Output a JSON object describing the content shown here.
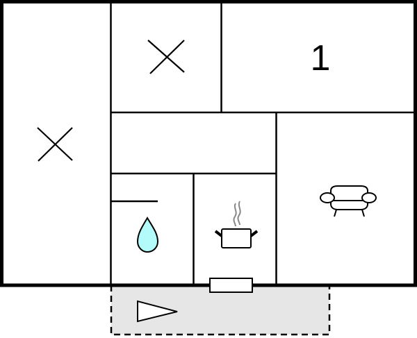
{
  "diagram": {
    "type": "floor-plan",
    "colors": {
      "wall": "#000000",
      "background": "#ffffff",
      "terrace_fill": "#e6e6e6",
      "water_fill": "#b3fbfb",
      "steam": "#888888"
    }
  },
  "rooms": [
    {
      "id": "bedroom-left",
      "icon": "bed-cross-icon",
      "label": ""
    },
    {
      "id": "bedroom-top",
      "icon": "bed-cross-icon",
      "label": ""
    },
    {
      "id": "room-1",
      "icon": "",
      "label": "1"
    },
    {
      "id": "hallway",
      "icon": "",
      "label": ""
    },
    {
      "id": "bathroom",
      "icon": "water-drop-icon",
      "label": ""
    },
    {
      "id": "kitchen",
      "icon": "cooking-pot-icon",
      "label": ""
    },
    {
      "id": "living-room",
      "icon": "sofa-icon",
      "label": ""
    },
    {
      "id": "terrace",
      "icon": "entrance-arrow-icon",
      "label": ""
    }
  ]
}
